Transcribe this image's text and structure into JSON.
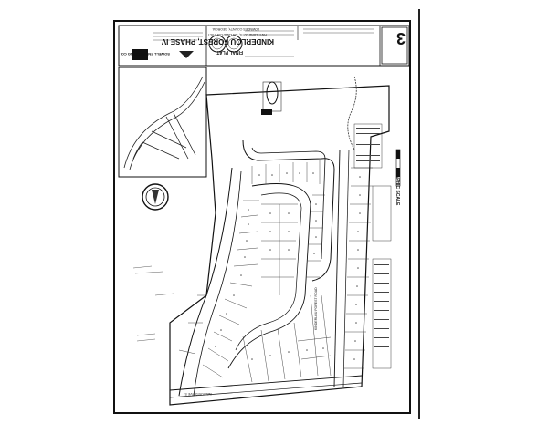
{
  "document": {
    "plan_label": "FINAL PLAT",
    "plan_title": "KINDERLOU FOREST, PHASE IV",
    "subtitle": "PART LAND LOTS, 126 LAND DISTRICT",
    "county": "LOWNDES COUNTY, GEORGIA",
    "engineer": "SOWELL ENGINEERING CO.",
    "sheet_number": "3",
    "scale_label": "GRAPHIC SCALE",
    "street_label_bottom": "WALTON DRIVE S",
    "street_label_mid": "KINDERLOU FOREST ROAD"
  },
  "colors": {
    "ink": "#111111",
    "paper": "#ffffff",
    "lot_fill": "#f4f4f4"
  }
}
